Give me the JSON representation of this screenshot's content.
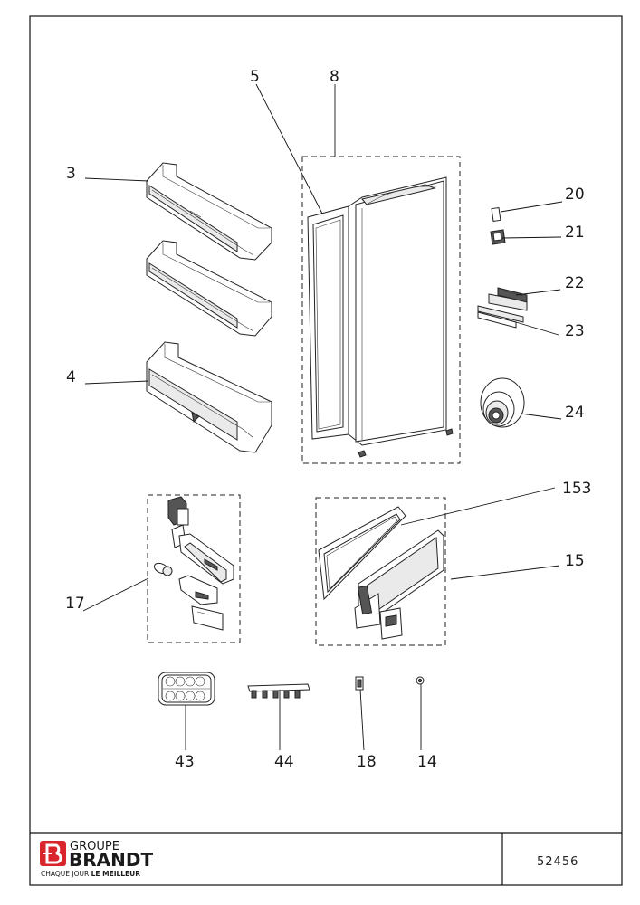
{
  "callouts": {
    "c3": "3",
    "c4": "4",
    "c5": "5",
    "c8": "8",
    "c20": "20",
    "c21": "21",
    "c22": "22",
    "c23": "23",
    "c24": "24",
    "c153": "153",
    "c15": "15",
    "c17": "17",
    "c43": "43",
    "c44": "44",
    "c18": "18",
    "c14": "14"
  },
  "footer": {
    "brand_group": "GROUPE",
    "brand_name": "BRANDT",
    "tagline_prefix": "CHAQUE JOUR ",
    "tagline_bold": "LE MEILLEUR",
    "document_number": "52456"
  },
  "icons": {
    "logo": "brandt-b-logo-icon"
  },
  "colors": {
    "logo_red": "#d9262c",
    "ink": "#1a1a1a"
  }
}
